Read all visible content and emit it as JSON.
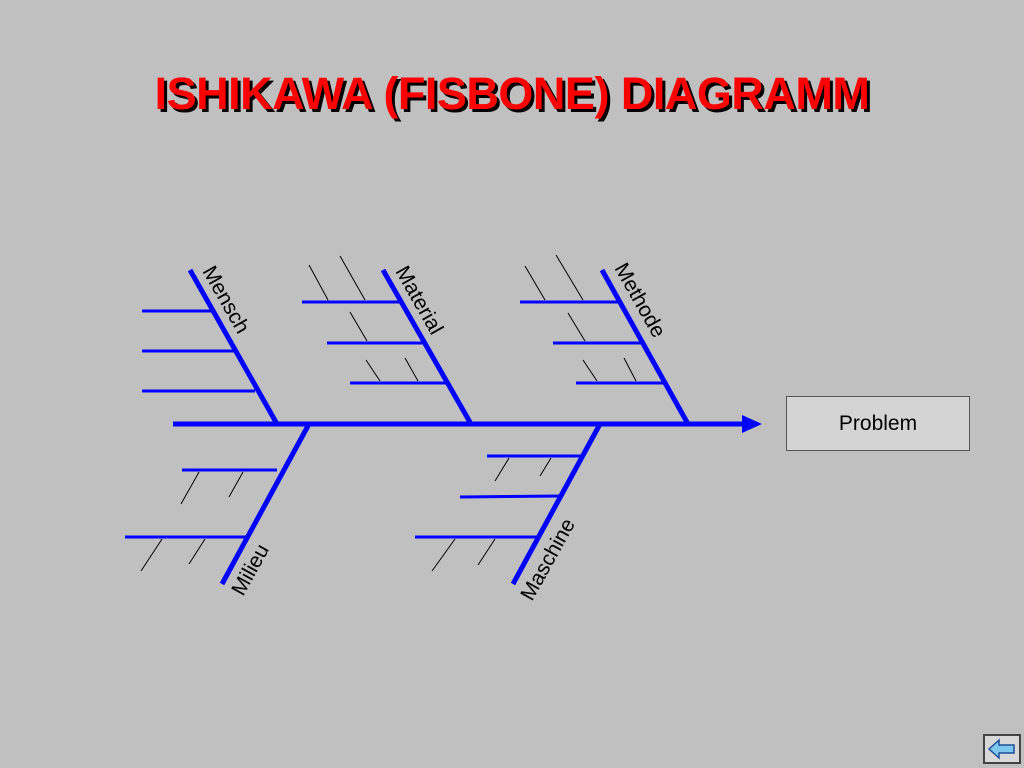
{
  "title": "ISHIKAWA (FISBONE) DIAGRAMM",
  "problem": "Problem",
  "categories": {
    "mensch": "Mensch",
    "material": "Material",
    "methode": "Methode",
    "milieu": "Milieu",
    "maschine": "Maschine"
  },
  "colors": {
    "background": "#c0c0c0",
    "title": "#ff0000",
    "bones": "#0000ff",
    "ticks": "#000000"
  },
  "nav": {
    "icon": "back-arrow-icon"
  }
}
